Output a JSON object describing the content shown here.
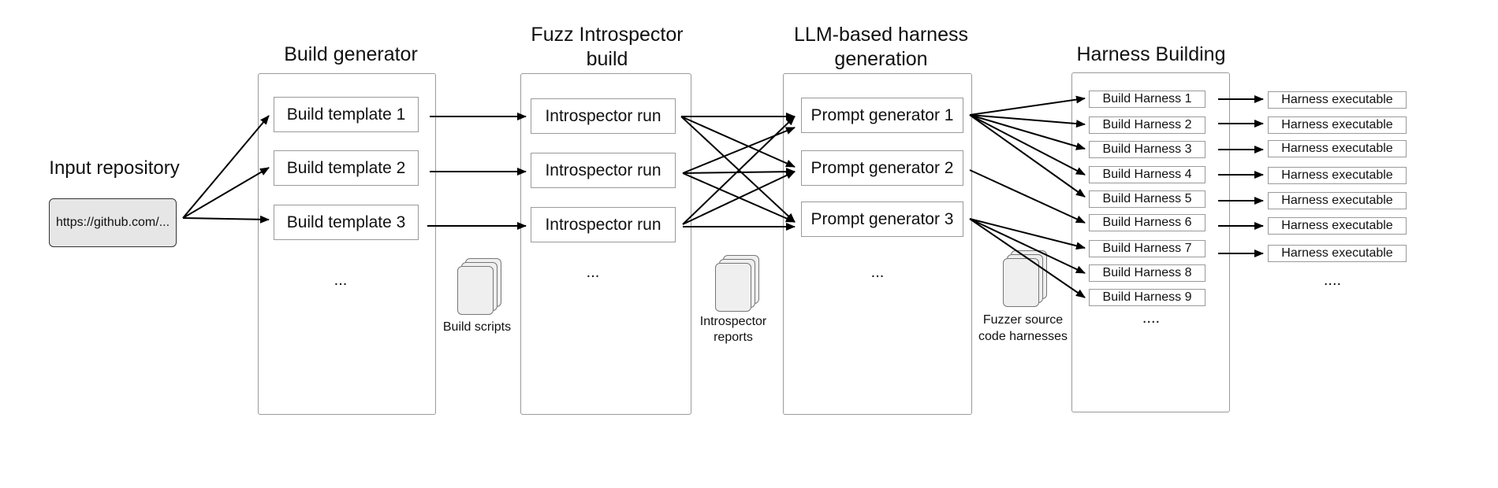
{
  "input": {
    "title": "Input repository",
    "url": "https://github.com/..."
  },
  "stages": {
    "build_generator": {
      "title": "Build generator",
      "nodes": [
        "Build template 1",
        "Build template 2",
        "Build template 3"
      ],
      "ellipsis": "..."
    },
    "fuzz_introspector": {
      "title": "Fuzz Introspector\nbuild",
      "nodes": [
        "Introspector run",
        "Introspector run",
        "Introspector run"
      ],
      "ellipsis": "..."
    },
    "llm_harness": {
      "title": "LLM-based harness\ngeneration",
      "nodes": [
        "Prompt generator 1",
        "Prompt generator 2",
        "Prompt generator 3"
      ],
      "ellipsis": "..."
    },
    "harness_building": {
      "title": "Harness Building",
      "nodes": [
        "Build Harness 1",
        "Build Harness 2",
        "Build Harness 3",
        "Build Harness 4",
        "Build Harness 5",
        "Build Harness 6",
        "Build Harness 7",
        "Build Harness 8",
        "Build Harness 9"
      ],
      "ellipsis": "...."
    }
  },
  "artifacts": {
    "build_scripts": "Build scripts",
    "introspector_reports": "Introspector\nreports",
    "fuzzer_harnesses": "Fuzzer source\ncode harnesses"
  },
  "executables": {
    "items": [
      "Harness executable",
      "Harness executable",
      "Harness executable",
      "Harness executable",
      "Harness executable",
      "Harness executable",
      "Harness executable"
    ],
    "ellipsis": "...."
  },
  "colors": {
    "stage_border": "#9a9a9a",
    "input_fill": "#e6e6e6",
    "doc_fill": "#efefef",
    "arrow": "#000000"
  }
}
